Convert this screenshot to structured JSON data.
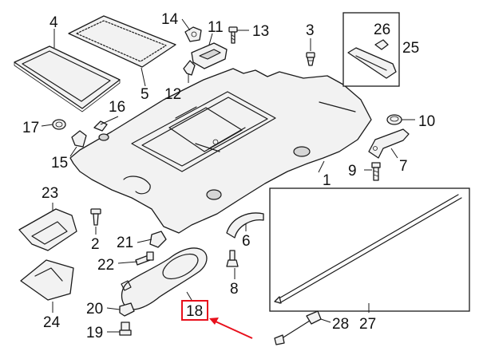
{
  "callouts": {
    "c1": "1",
    "c2": "2",
    "c3": "3",
    "c4": "4",
    "c5": "5",
    "c6": "6",
    "c7": "7",
    "c8": "8",
    "c9": "9",
    "c10": "10",
    "c11": "11",
    "c12": "12",
    "c13": "13",
    "c14": "14",
    "c15": "15",
    "c16": "16",
    "c17": "17",
    "c18": "18",
    "c19": "19",
    "c20": "20",
    "c21": "21",
    "c22": "22",
    "c23": "23",
    "c24": "24",
    "c25": "25",
    "c26": "26",
    "c27": "27",
    "c28": "28"
  },
  "highlight": {
    "part": "18",
    "color": "#e8101c"
  },
  "colors": {
    "line": "#1a1a1a",
    "part_fill": "#f2f2f2",
    "shade": "#d6d6d6"
  }
}
